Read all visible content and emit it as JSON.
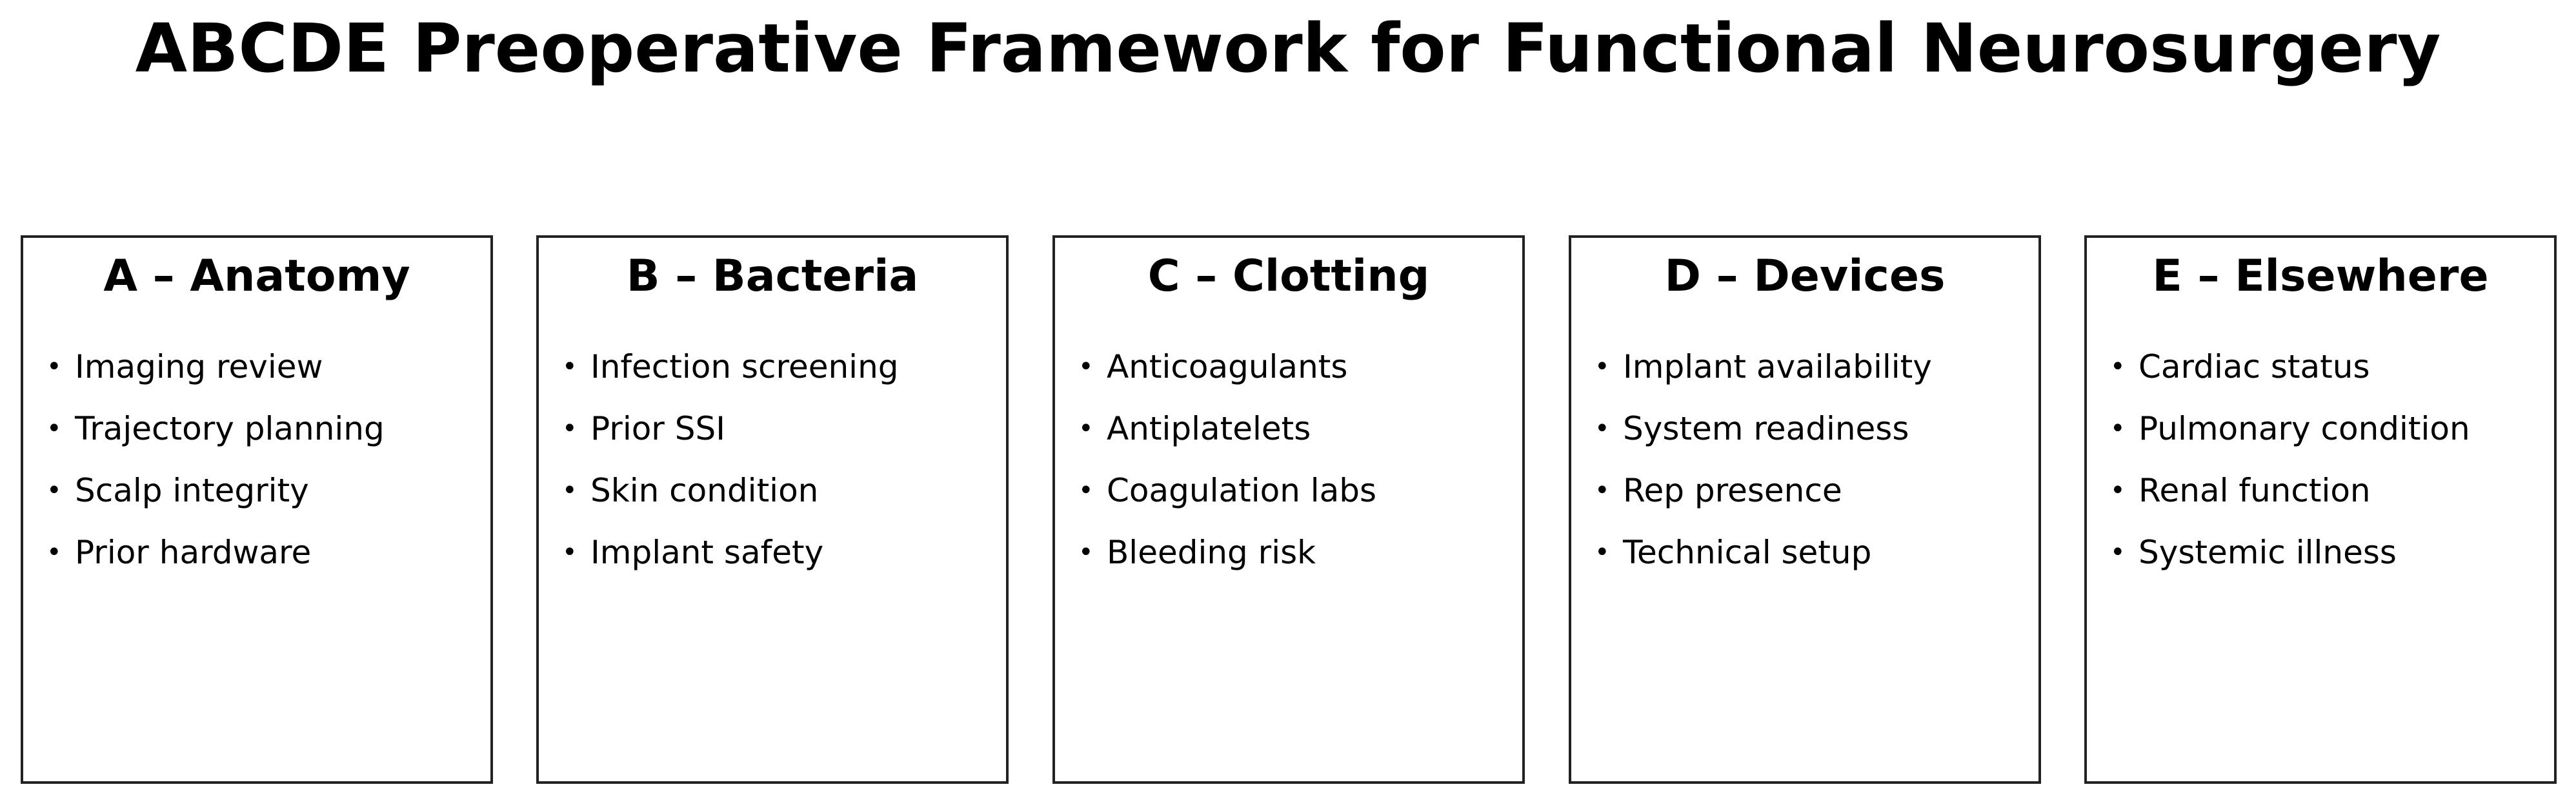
{
  "title": "ABCDE Preoperative Framework for Functional Neurosurgery",
  "bullet_glyph": "•",
  "boxes": [
    {
      "header": "A – Anatomy",
      "items": [
        "Imaging review",
        "Trajectory planning",
        "Scalp integrity",
        "Prior hardware"
      ]
    },
    {
      "header": "B – Bacteria",
      "items": [
        "Infection screening",
        "Prior SSI",
        "Skin condition",
        "Implant safety"
      ]
    },
    {
      "header": "C – Clotting",
      "items": [
        "Anticoagulants",
        "Antiplatelets",
        "Coagulation labs",
        "Bleeding risk"
      ]
    },
    {
      "header": "D – Devices",
      "items": [
        "Implant availability",
        "System readiness",
        "Rep presence",
        "Technical setup"
      ]
    },
    {
      "header": "E – Elsewhere",
      "items": [
        "Cardiac status",
        "Pulmonary condition",
        "Renal function",
        "Systemic illness"
      ]
    }
  ]
}
